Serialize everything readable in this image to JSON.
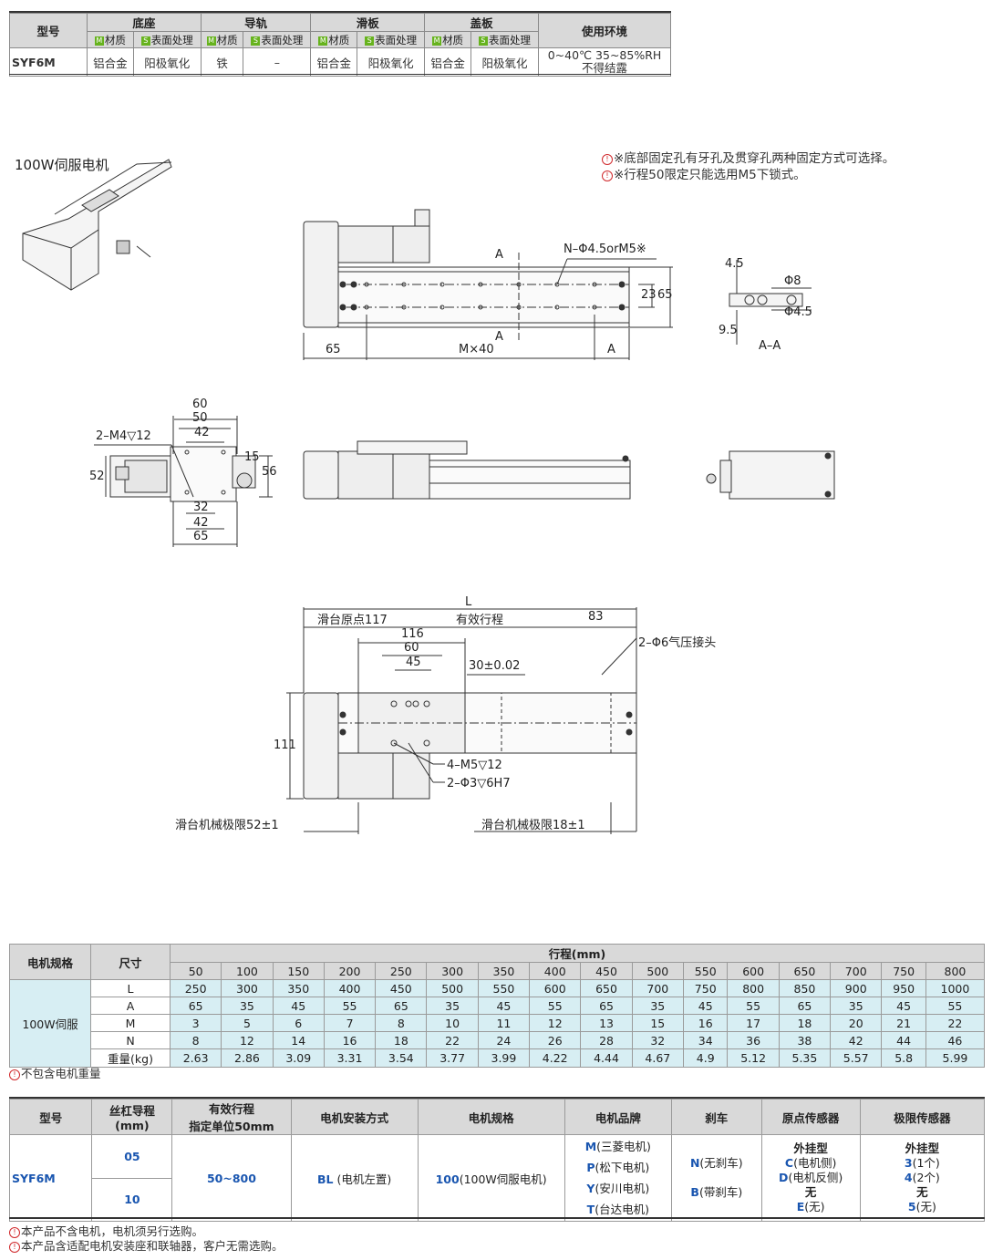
{
  "spec_table": {
    "col_model": "型号",
    "base": "底座",
    "rail": "导轨",
    "slider": "滑板",
    "cover": "盖板",
    "env": "使用环境",
    "material": "材质",
    "surface": "表面处理",
    "row": {
      "model": "SYF6M",
      "base_mat": "铝合金",
      "base_surf": "阳极氧化",
      "rail_mat": "铁",
      "rail_surf": "–",
      "slider_mat": "铝合金",
      "slider_surf": "阳极氧化",
      "cover_mat": "铝合金",
      "cover_surf": "阳极氧化",
      "env_line1": "0~40℃ 35~85%RH",
      "env_line2": "不得结露"
    }
  },
  "notes_top": [
    "※底部固定孔有牙孔及贯穿孔两种固定方式可选择。",
    "※行程50限定只能选用M5下锁式。"
  ],
  "motor_title": "100W伺服电机",
  "drawing_labels": {
    "a1": "A",
    "a2": "A",
    "a3": "A",
    "n_hole": "N–Φ4.5orM5※",
    "d23": "23",
    "d65v": "65",
    "d65": "65",
    "mx40": "M×40",
    "s45": "4.5",
    "s8": "Φ8",
    "s45b": "Φ4.5",
    "s95": "9.5",
    "aa": "A–A",
    "e60": "60",
    "e50": "50",
    "e42": "42",
    "m4": "2–M4▽12",
    "e52": "52",
    "e15": "15",
    "e56": "56",
    "e32": "32",
    "e42b": "42",
    "e65": "65",
    "L": "L",
    "origin": "滑台原点117",
    "stroke": "有效行程",
    "d83": "83",
    "d116": "116",
    "d60": "60",
    "d45": "45",
    "tol": "30±0.02",
    "air": "2–Φ6气压接头",
    "h111": "111",
    "m5": "4–M5▽12",
    "pin": "2–Φ3▽6H7",
    "limit1": "滑台机械极限52±1",
    "limit2": "滑台机械极限18±1"
  },
  "stroke_table": {
    "col_motor": "电机规格",
    "col_size": "尺寸",
    "stroke_header": "行程(mm)",
    "strokes": [
      "50",
      "100",
      "150",
      "200",
      "250",
      "300",
      "350",
      "400",
      "450",
      "500",
      "550",
      "600",
      "650",
      "700",
      "750",
      "800"
    ],
    "motor": "100W伺服",
    "rows": [
      {
        "name": "L",
        "values": [
          "250",
          "300",
          "350",
          "400",
          "450",
          "500",
          "550",
          "600",
          "650",
          "700",
          "750",
          "800",
          "850",
          "900",
          "950",
          "1000"
        ]
      },
      {
        "name": "A",
        "values": [
          "65",
          "35",
          "45",
          "55",
          "65",
          "35",
          "45",
          "55",
          "65",
          "35",
          "45",
          "55",
          "65",
          "35",
          "45",
          "55"
        ]
      },
      {
        "name": "M",
        "values": [
          "3",
          "5",
          "6",
          "7",
          "8",
          "10",
          "11",
          "12",
          "13",
          "15",
          "16",
          "17",
          "18",
          "20",
          "21",
          "22"
        ]
      },
      {
        "name": "N",
        "values": [
          "8",
          "12",
          "14",
          "16",
          "18",
          "22",
          "24",
          "26",
          "28",
          "32",
          "34",
          "36",
          "38",
          "42",
          "44",
          "46"
        ]
      },
      {
        "name": "重量(kg)",
        "values": [
          "2.63",
          "2.86",
          "3.09",
          "3.31",
          "3.54",
          "3.77",
          "3.99",
          "4.22",
          "4.44",
          "4.67",
          "4.9",
          "5.12",
          "5.35",
          "5.57",
          "5.8",
          "5.99"
        ]
      }
    ],
    "note": "不包含电机重量"
  },
  "order_table": {
    "headers": [
      "型号",
      "丝杠导程\n(mm)",
      "有效行程\n指定单位50mm",
      "电机安装方式",
      "电机规格",
      "电机品牌",
      "刹车",
      "原点传感器",
      "极限传感器"
    ],
    "model": "SYF6M",
    "leads": [
      "05",
      "10"
    ],
    "stroke_range": "50~800",
    "mount_code": "BL",
    "mount_text": "(电机左置)",
    "spec_code": "100",
    "spec_text": "(100W伺服电机)",
    "brands": [
      {
        "code": "M",
        "text": "(三菱电机)"
      },
      {
        "code": "P",
        "text": "(松下电机)"
      },
      {
        "code": "Y",
        "text": "(安川电机)"
      },
      {
        "code": "T",
        "text": "(台达电机)"
      }
    ],
    "brakes": [
      {
        "code": "N",
        "text": "(无刹车)"
      },
      {
        "code": "B",
        "text": "(带刹车)"
      }
    ],
    "origin": {
      "title": "外挂型",
      "opt1_code": "C",
      "opt1_text": "(电机侧)",
      "opt2_code": "D",
      "opt2_text": "(电机反侧)",
      "none": "无",
      "none_code": "E",
      "none_text": "(无)"
    },
    "limit": {
      "title": "外挂型",
      "opt1_code": "3",
      "opt1_text": "(1个)",
      "opt2_code": "4",
      "opt2_text": "(2个)",
      "none": "无",
      "none_code": "5",
      "none_text": "(无)"
    }
  },
  "notes_bottom": [
    "本产品不含电机，电机须另行选购。",
    "本产品含适配电机安装座和联轴器，客户无需选购。"
  ]
}
